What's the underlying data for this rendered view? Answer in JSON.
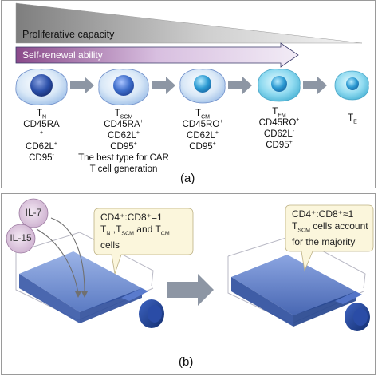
{
  "panel_a": {
    "capacity_label": "Proliferative capacity",
    "self_renewal_label": "Self-renewal ability",
    "cells": [
      {
        "name": "T",
        "sub": "N",
        "lines": [
          [
            "CD45RA",
            ""
          ],
          [
            "",
            "+"
          ],
          [
            "CD62L",
            "+"
          ],
          [
            "CD95",
            "-"
          ]
        ]
      },
      {
        "name": "T",
        "sub": "SCM",
        "lines": [
          [
            "CD45RA",
            "+"
          ],
          [
            "CD62L",
            "+"
          ],
          [
            "CD95",
            "+"
          ]
        ],
        "note": "The best type for CAR T cell generation"
      },
      {
        "name": "T",
        "sub": "CM",
        "lines": [
          [
            "CD45RO",
            "+"
          ],
          [
            "CD62L",
            "+"
          ],
          [
            "CD95",
            "+"
          ]
        ]
      },
      {
        "name": "T",
        "sub": "EM",
        "lines": [
          [
            "CD45RO",
            "+"
          ],
          [
            "CD62L",
            "-"
          ],
          [
            "CD95",
            "+"
          ]
        ]
      },
      {
        "name": "T",
        "sub": "E",
        "lines": []
      }
    ],
    "panel_label": "(a)"
  },
  "panel_b": {
    "cytokine_1": "IL-7",
    "cytokine_2": "IL-15",
    "bubble_left": {
      "ratio": "CD4⁺:CD8⁺=1",
      "tn": "T",
      "tn_sub": "N",
      "sep1": " ,T",
      "tscm_sub": "SCM",
      "and": " and T",
      "tcm_sub": "CM",
      "cells": "cells"
    },
    "bubble_right": {
      "ratio": "CD4⁺:CD8⁺≈1",
      "t": "T",
      "tscm_sub": "SCM",
      "account": " cells account",
      "majority": "for the majority"
    },
    "panel_label": "(b)"
  },
  "colors": {
    "cell_dark": "#2b4fa8",
    "cell_light": "#5fc4d8",
    "arrow_gray": "#8d96a4",
    "bubble_fill": "#fbf6dc",
    "flask_fill": "#4e77c9",
    "cap_color": "#1d3f8a"
  }
}
